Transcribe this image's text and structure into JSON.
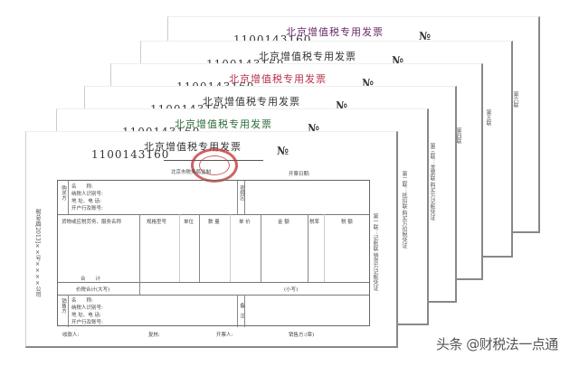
{
  "invoice_number": "1100143160",
  "title": "北京增值税专用发票",
  "no_mark": "№",
  "back_sheets": [
    {
      "side_label": "第六联",
      "title_color": "#6a2a6a"
    },
    {
      "side_label": "第五联",
      "title_color": "#333333"
    },
    {
      "side_label": "第四联",
      "title_color": "#b8304a"
    },
    {
      "side_label": "第三联：发票联 购买方记账凭证",
      "title_color": "#333333"
    },
    {
      "side_label": "第二联：抵扣联 购买方扣税凭证",
      "title_color": "#2e6b3a"
    }
  ],
  "front": {
    "side_label": "第一联：记账联 销货方记账凭证",
    "supervision": "北京市税务局监制",
    "issue_date_label": "开票日期:",
    "left_margin_text": "税总函[2013]××号××××公司",
    "buyer": {
      "label": "购买方",
      "fields": [
        "名　　称:",
        "纳税人识别号:",
        "地 址、电 话:",
        "开户行及账号:"
      ],
      "cipher_label": "密码区"
    },
    "columns": [
      "货物或应税劳务、服务名称",
      "规格型号",
      "单位",
      "数 量",
      "单 价",
      "金 额",
      "税率",
      "税 额"
    ],
    "total_label": "合　　计",
    "grand_total_label": "价税合计(大写)",
    "grand_total_small": "(小写)",
    "seller": {
      "label": "销售方",
      "fields": [
        "名　　称:",
        "纳税人识别号:",
        "地 址、电 话:",
        "开户行及账号:"
      ],
      "remark_label": "备注"
    },
    "footer": {
      "payee": "收款人:",
      "reviewer": "复核:",
      "drawer": "开票人:",
      "seller_seal": "销售方:(章)"
    },
    "stamp_color": "#c03030"
  },
  "watermark": "头条 @财税法一点通"
}
